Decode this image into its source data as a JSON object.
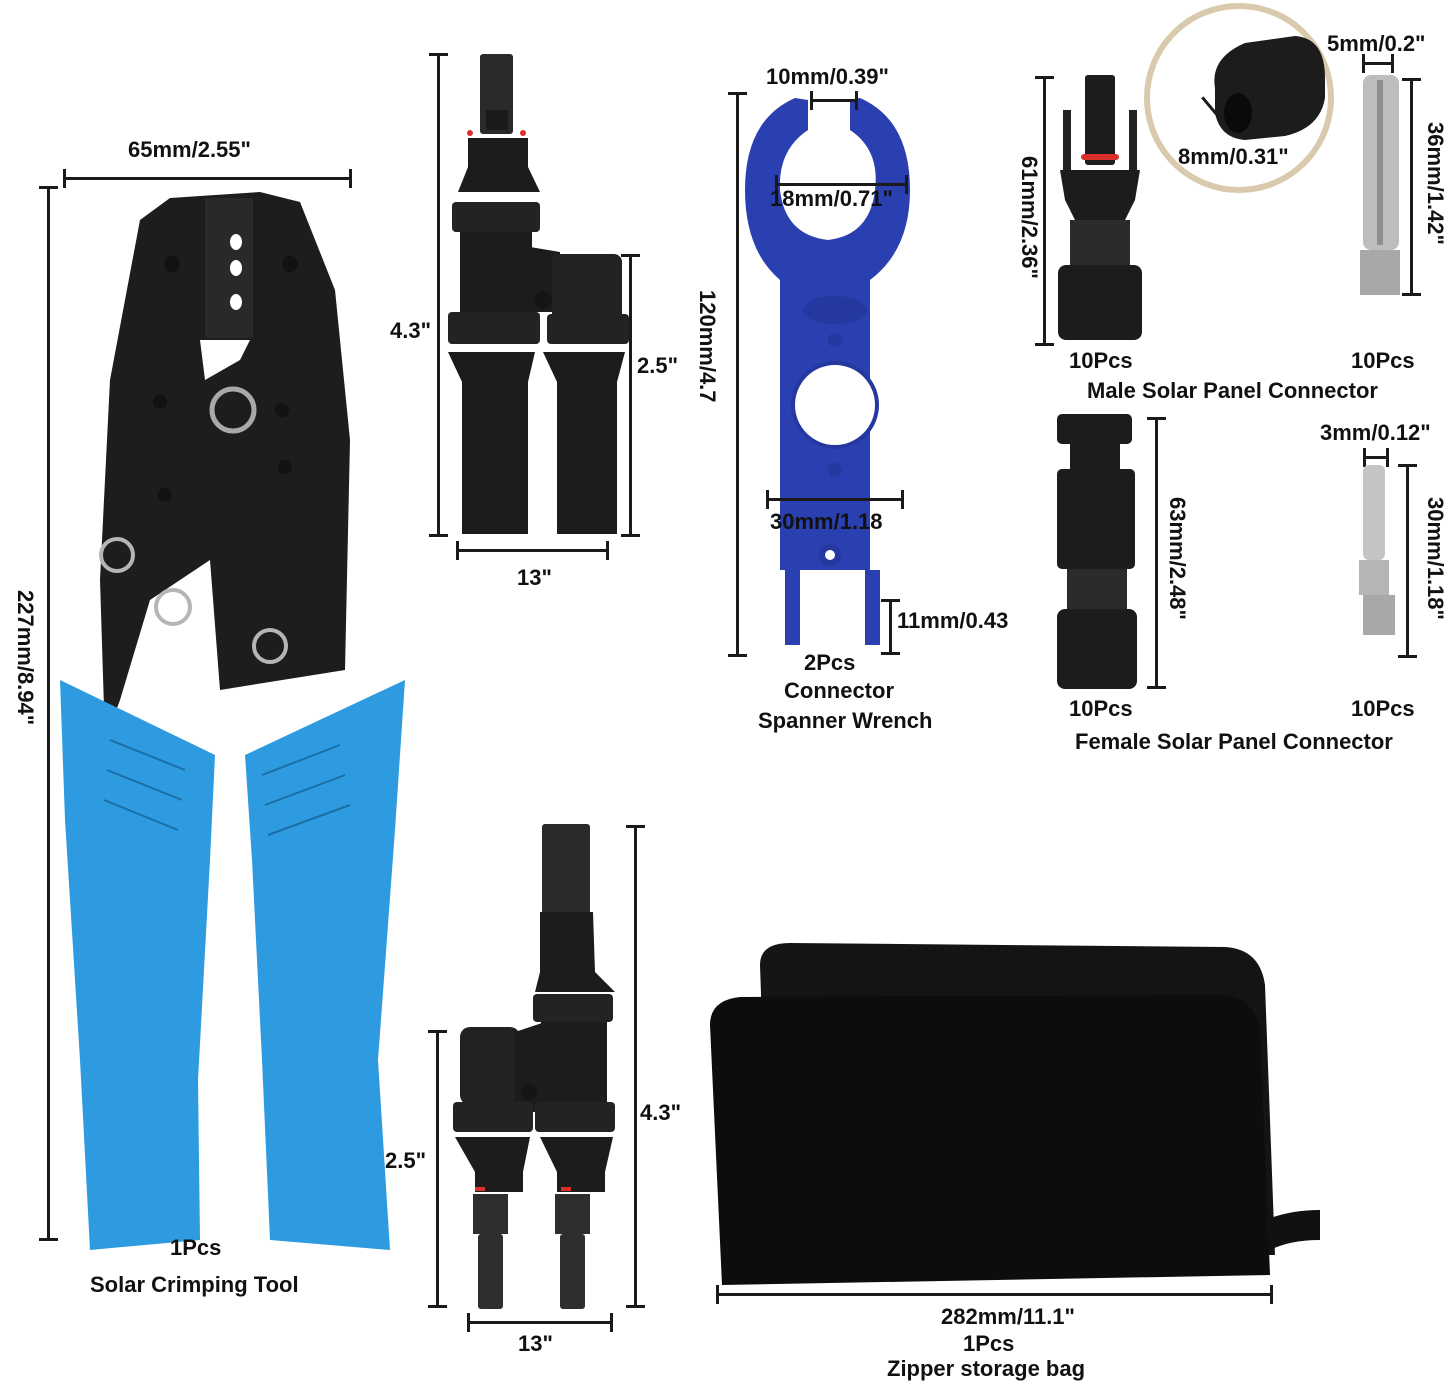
{
  "colors": {
    "background": "#ffffff",
    "text": "#111111",
    "crimper_body": "#1e1c1c",
    "crimper_handle": "#2e9be0",
    "wrench_blue": "#2a3fb0",
    "connector_black": "#1c1c1c",
    "seal_red": "#d9302a",
    "pin_silver": "#bdbdbd",
    "magnifier_ring": "#d9c9ad",
    "bag_black": "#0d0d0d"
  },
  "crimping_tool": {
    "width_label": "65mm/2.55\"",
    "height_label": "227mm/8.94\"",
    "qty": "1Pcs",
    "name": "Solar Crimping Tool"
  },
  "branch_connector_top": {
    "height_label": "4.3\"",
    "branch_height_label": "2.5\"",
    "width_label": "13\""
  },
  "branch_connector_bottom": {
    "height_label": "4.3\"",
    "branch_height_label": "2.5\"",
    "width_label": "13\""
  },
  "spanner_wrench": {
    "opening_label": "10mm/0.39\"",
    "inner_diameter_label": "18mm/0.71\"",
    "length_label": "120mm/4.7",
    "width_label": "30mm/1.18",
    "prong_label": "11mm/0.43",
    "qty": "2Pcs",
    "name_line1": "Connector",
    "name_line2": "Spanner Wrench"
  },
  "male_connector": {
    "length_label": "61mm/2.36\"",
    "cap_diameter_label": "8mm/0.31\"",
    "pin_width_label": "5mm/0.2\"",
    "pin_length_label": "36mm/1.42\"",
    "qty_connector": "10Pcs",
    "qty_pin": "10Pcs",
    "name": "Male Solar Panel Connector"
  },
  "female_connector": {
    "length_label": "63mm/2.48\"",
    "pin_width_label": "3mm/0.12\"",
    "pin_length_label": "30mm/1.18\"",
    "qty_connector": "10Pcs",
    "qty_pin": "10Pcs",
    "name": "Female Solar Panel Connector"
  },
  "storage_bag": {
    "width_label": "282mm/11.1\"",
    "qty": "1Pcs",
    "name": "Zipper storage bag"
  }
}
